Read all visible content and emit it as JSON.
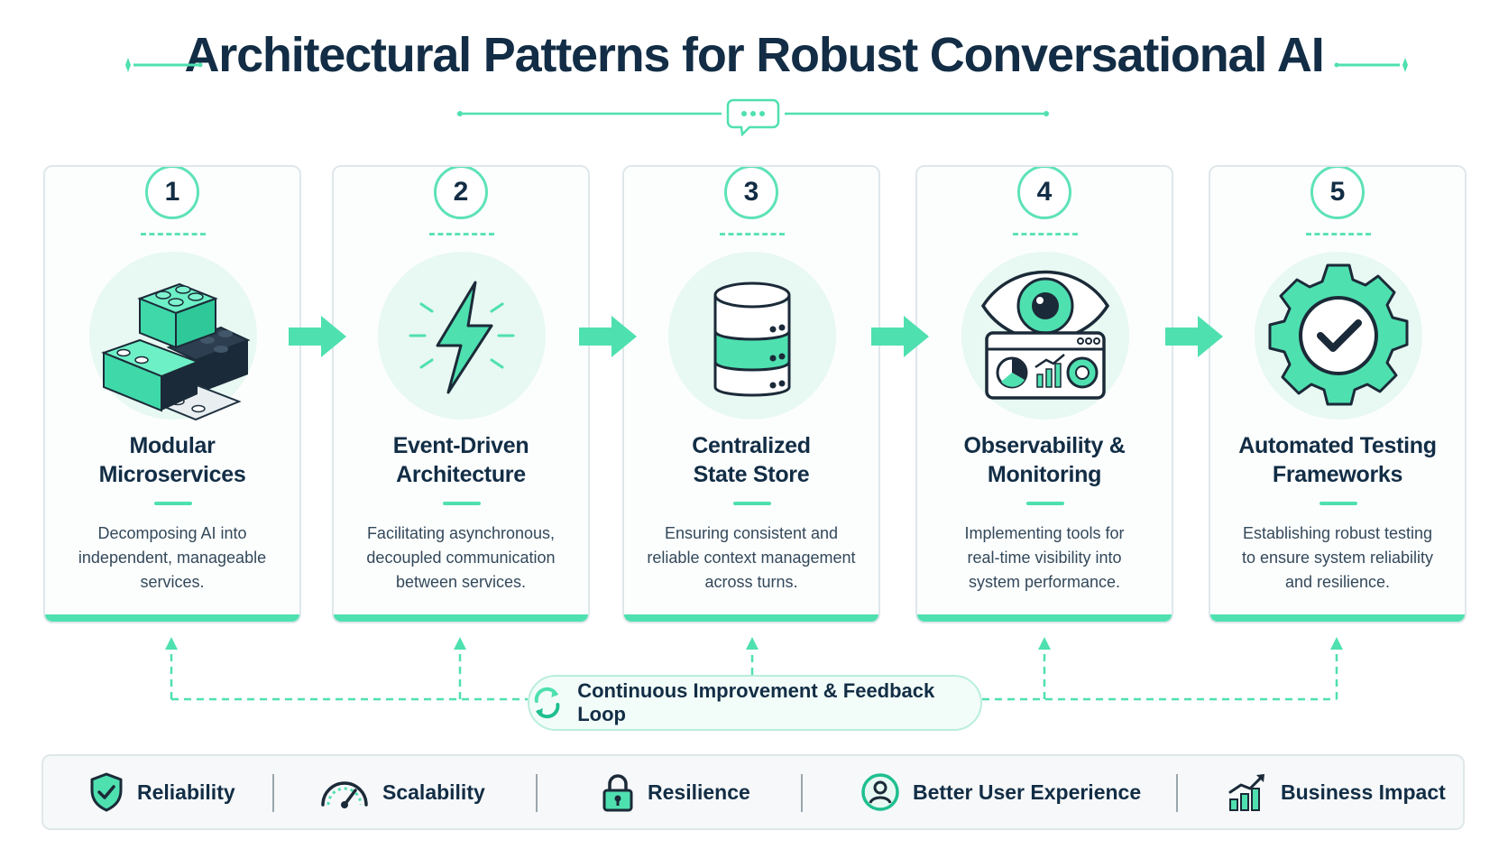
{
  "title": "Architectural Patterns for Robust Conversational AI",
  "colors": {
    "accent": "#4fe0b0",
    "accent_dark": "#1fbf8f",
    "navy": "#122d45",
    "text": "#33485a",
    "border": "#dfe7ea"
  },
  "steps": [
    {
      "number": "1",
      "title_line1": "Modular",
      "title_line2": "Microservices",
      "desc_line1": "Decomposing AI into",
      "desc_line2": "independent, manageable",
      "desc_line3": "services.",
      "icon": "building-blocks-icon"
    },
    {
      "number": "2",
      "title_line1": "Event-Driven",
      "title_line2": "Architecture",
      "desc_line1": "Facilitating asynchronous,",
      "desc_line2": "decoupled communication",
      "desc_line3": "between services.",
      "icon": "lightning-bolt-icon"
    },
    {
      "number": "3",
      "title_line1": "Centralized",
      "title_line2": "State Store",
      "desc_line1": "Ensuring consistent and",
      "desc_line2": "reliable context management",
      "desc_line3": "across turns.",
      "icon": "database-icon"
    },
    {
      "number": "4",
      "title_line1": "Observability &",
      "title_line2": "Monitoring",
      "desc_line1": "Implementing tools for",
      "desc_line2": "real-time visibility into",
      "desc_line3": "system performance.",
      "icon": "eye-dashboard-icon"
    },
    {
      "number": "5",
      "title_line1": "Automated Testing",
      "title_line2": "Frameworks",
      "desc_line1": "Establishing robust testing",
      "desc_line2": "to ensure system reliability",
      "desc_line3": "and resilience.",
      "icon": "gear-check-icon"
    }
  ],
  "feedback_loop": {
    "label": "Continuous Improvement & Feedback Loop",
    "icon": "refresh-cycle-icon"
  },
  "benefits": [
    {
      "label": "Reliability",
      "icon": "shield-check-icon"
    },
    {
      "label": "Scalability",
      "icon": "speedometer-icon"
    },
    {
      "label": "Resilience",
      "icon": "padlock-icon"
    },
    {
      "label": "Better User Experience",
      "icon": "user-circle-icon"
    },
    {
      "label": "Business Impact",
      "icon": "bar-chart-growth-icon"
    }
  ]
}
